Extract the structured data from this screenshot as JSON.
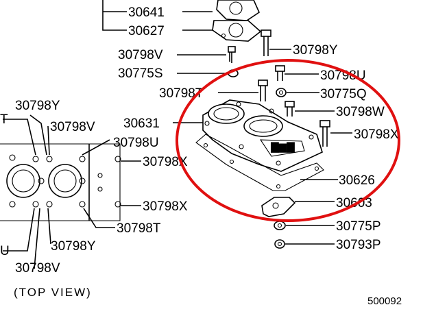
{
  "title": "Cylinder head gasket / cover exploded parts diagram",
  "callouts": {
    "p30641": "30641",
    "p30627": "30627",
    "p30798V_top": "30798V",
    "p30798Y_top": "30798Y",
    "p30775S": "30775S",
    "p30798U_right": "30798U",
    "p30798T_mid": "30798T",
    "p30775Q": "30775Q",
    "p30798W": "30798W",
    "p30631": "30631",
    "p30798X_right": "30798X",
    "p30626": "30626",
    "p30603": "30603",
    "p30775P": "30775P",
    "p30793P": "30793P",
    "left_30798Y_top": "30798Y",
    "left_30798V_mid": "30798V",
    "left_30798U": "30798U",
    "left_30798X_a": "30798X",
    "left_30798X_b": "30798X",
    "left_30798T": "30798T",
    "left_30798Y_bottom": "30798Y",
    "left_30798V_bottom": "30798V",
    "cut_T": "T",
    "cut_U": "U"
  },
  "top_view_caption": "(TOP VIEW)",
  "figure_number": "500092",
  "highlight_color": "#e01010"
}
